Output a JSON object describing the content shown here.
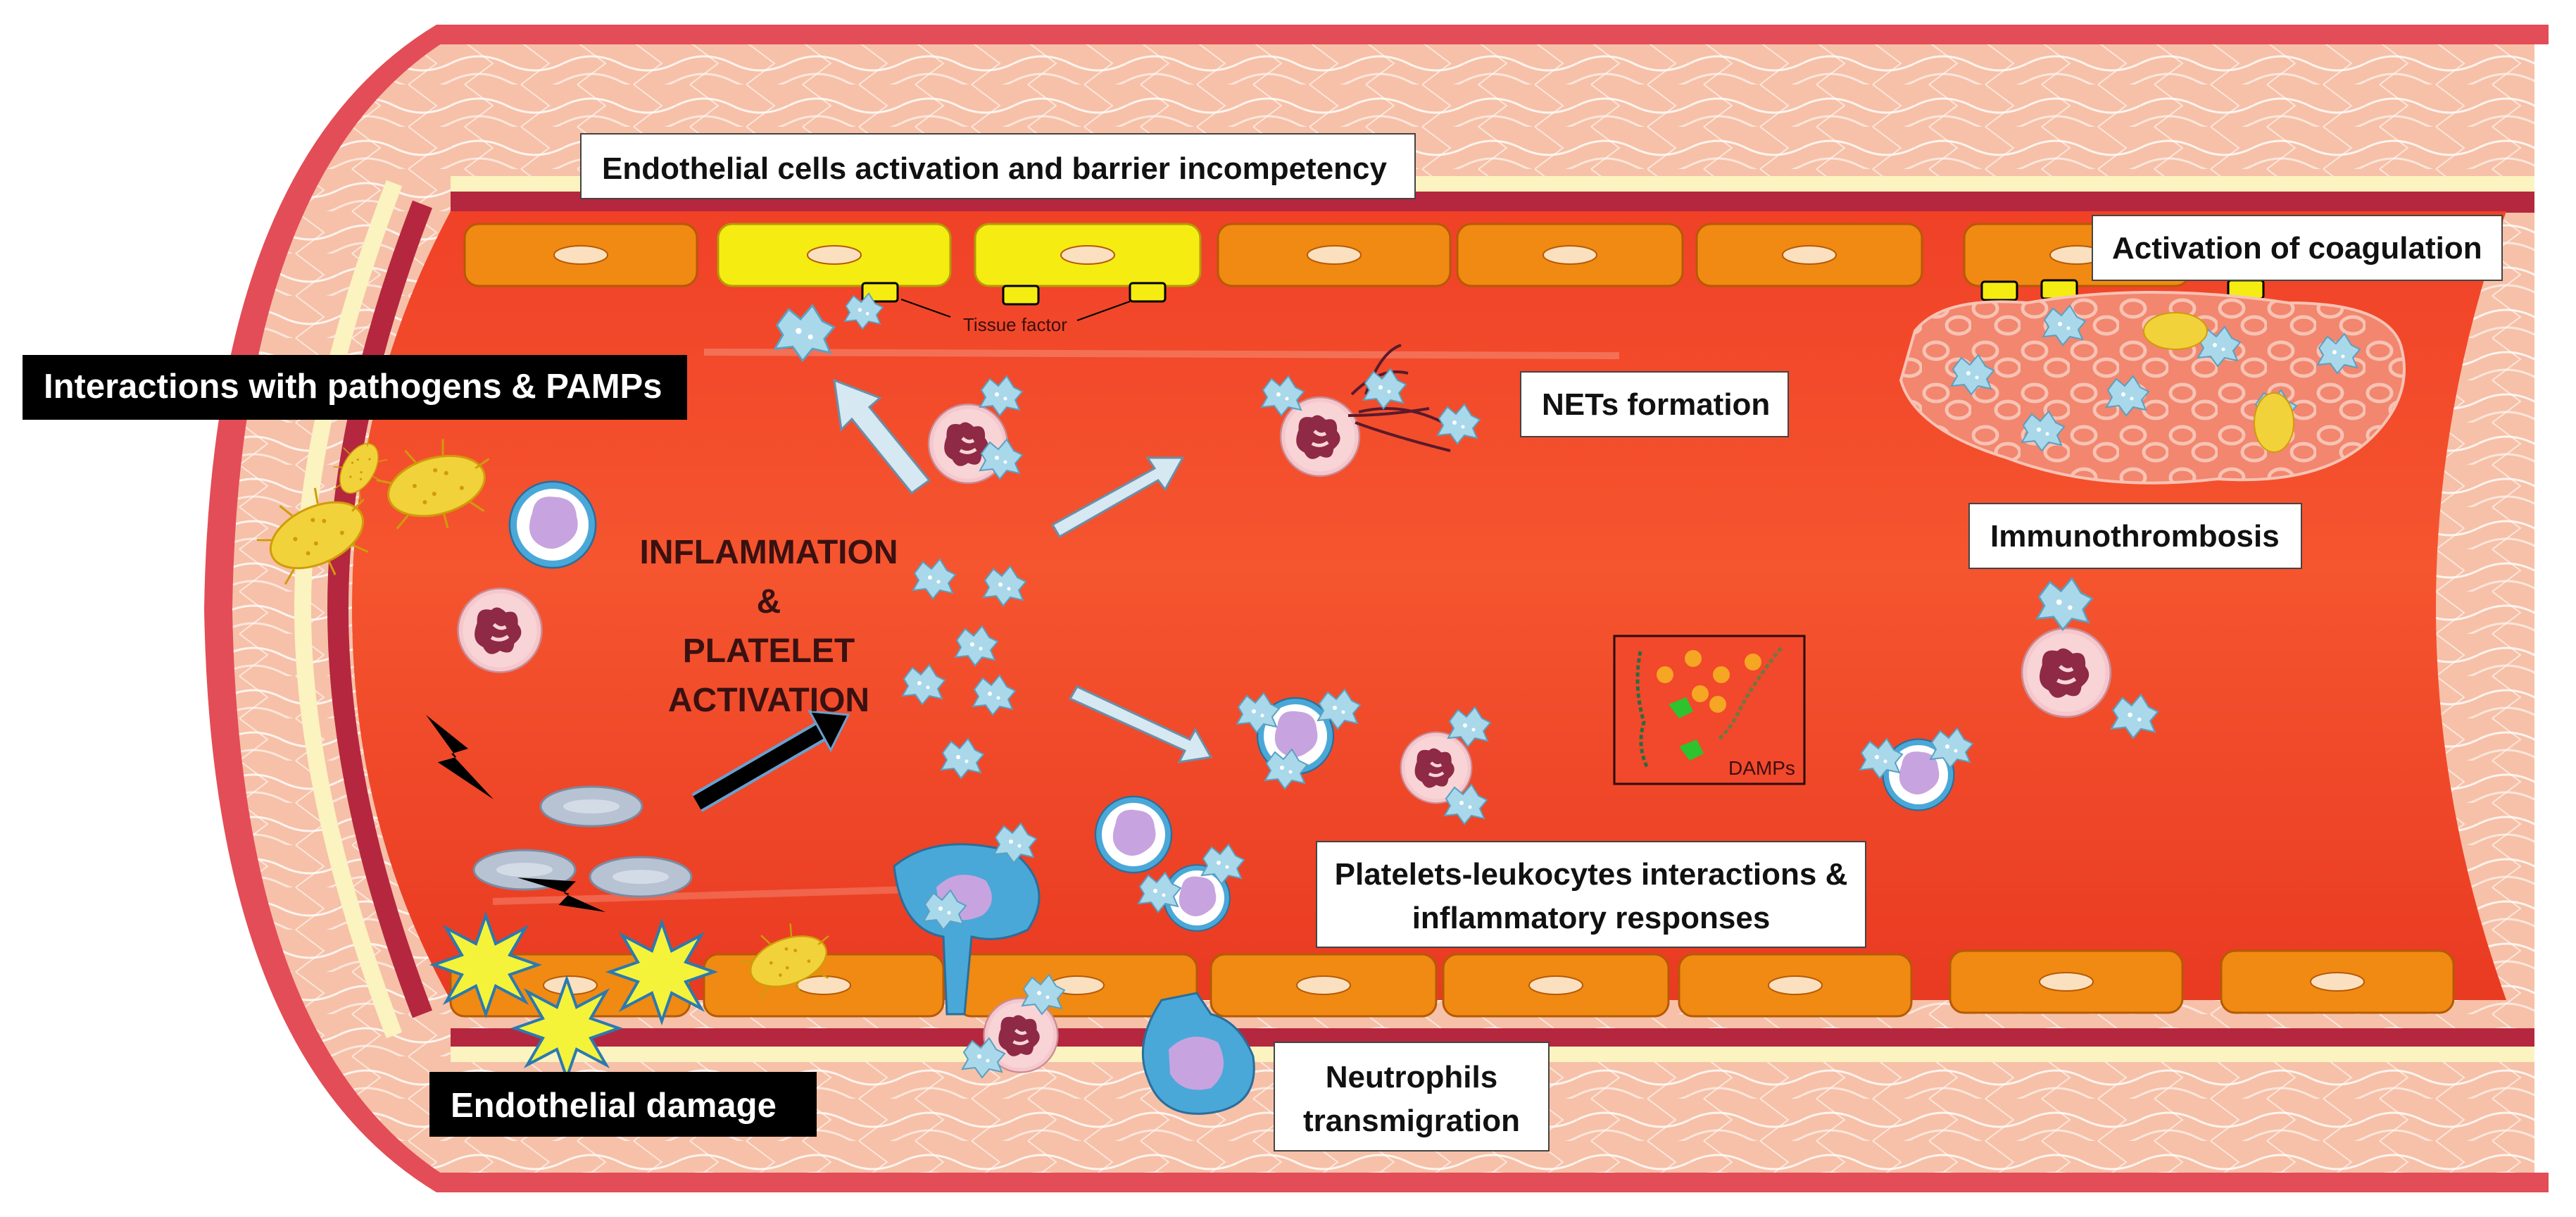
{
  "labels": {
    "endothelial_activation": "Endothelial cells activation and barrier incompetency",
    "coagulation": "Activation of coagulation",
    "pathogens": "Interactions with pathogens & PAMPs",
    "nets": "NETs formation",
    "immunothrombosis": "Immunothrombosis",
    "inflammation_line1": "INFLAMMATION",
    "inflammation_line2": "&",
    "inflammation_line3": "PLATELET",
    "inflammation_line4": "ACTIVATION",
    "tissue_factor": "Tissue factor",
    "damps": "DAMPs",
    "platelet_leukocyte_line1": "Platelets-leukocytes interactions &",
    "platelet_leukocyte_line2": "inflammatory responses",
    "endothelial_damage": "Endothelial damage",
    "neutrophils_line1": "Neutrophils",
    "neutrophils_line2": "transmigration"
  },
  "colors": {
    "lumen": "#f5452a",
    "lumen_dark": "#d9321c",
    "endothelial_cell": "#f08a12",
    "activated_endothelial_cell": "#f5ec12",
    "wall_muscle": "#f6c1a8",
    "elastic_band": "#fbf3c0",
    "adventitia_red": "#e34d57",
    "platelet": "#a9d8ea",
    "monocyte": "#4aa8d8",
    "neutrophil": "#f5c7cc",
    "neutrophil_nucleus": "#8e2a45",
    "bacteria": "#f1d23a",
    "damage_star": "#f4f33a"
  }
}
